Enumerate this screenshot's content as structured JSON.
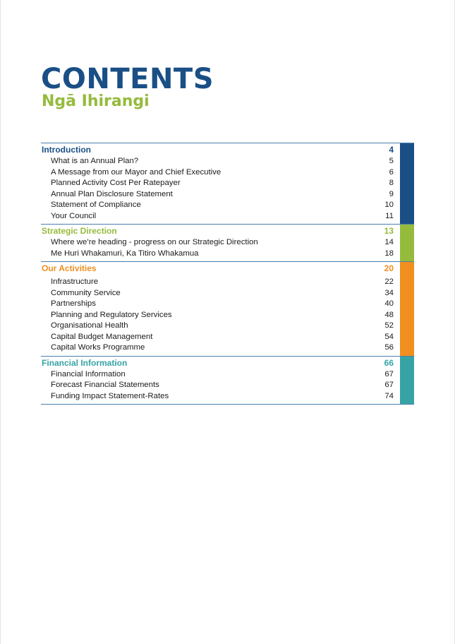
{
  "page": {
    "title": "CONTENTS",
    "subtitle": "Ngā Ihirangi"
  },
  "colors": {
    "title": "#1a4f86",
    "subtitle": "#95bb3c",
    "rule": "#4a7fb0"
  },
  "toc": [
    {
      "heading": "Introduction",
      "page": "4",
      "color": "#1a4f86",
      "items": [
        {
          "label": "What is an Annual Plan?",
          "page": "5"
        },
        {
          "label": "A Message from our Mayor and Chief Executive",
          "page": "6"
        },
        {
          "label": "Planned Activity Cost Per Ratepayer",
          "page": "8"
        },
        {
          "label": "Annual Plan Disclosure Statement",
          "page": "9"
        },
        {
          "label": "Statement of Compliance",
          "page": "10"
        },
        {
          "label": "Your Council",
          "page": "11"
        }
      ]
    },
    {
      "heading": "Strategic Direction",
      "page": "13",
      "color": "#95bb3c",
      "items": [
        {
          "label": "Where we’re heading - progress on our Strategic Direction",
          "page": "14"
        },
        {
          "label": "Me Huri Whakamuri, Ka Titiro Whakamua",
          "page": "18"
        }
      ]
    },
    {
      "heading": "Our Activities",
      "page": "20",
      "color": "#f18f1f",
      "items": [
        {
          "label": "Infrastructure",
          "page": "22"
        },
        {
          "label": "Community Service",
          "page": "34"
        },
        {
          "label": "Partnerships",
          "page": "40"
        },
        {
          "label": "Planning and Regulatory Services",
          "page": "48"
        },
        {
          "label": "Organisational Health",
          "page": "52"
        },
        {
          "label": "Capital Budget Management",
          "page": "54"
        },
        {
          "label": "Capital Works Programme",
          "page": "56"
        }
      ]
    },
    {
      "heading": "Financial Information",
      "page": "66",
      "color": "#36a3a5",
      "items": [
        {
          "label": "Financial Information",
          "page": "67"
        },
        {
          "label": "Forecast Financial Statements",
          "page": "67"
        },
        {
          "label": "Funding Impact Statement-Rates",
          "page": "74"
        }
      ]
    }
  ]
}
